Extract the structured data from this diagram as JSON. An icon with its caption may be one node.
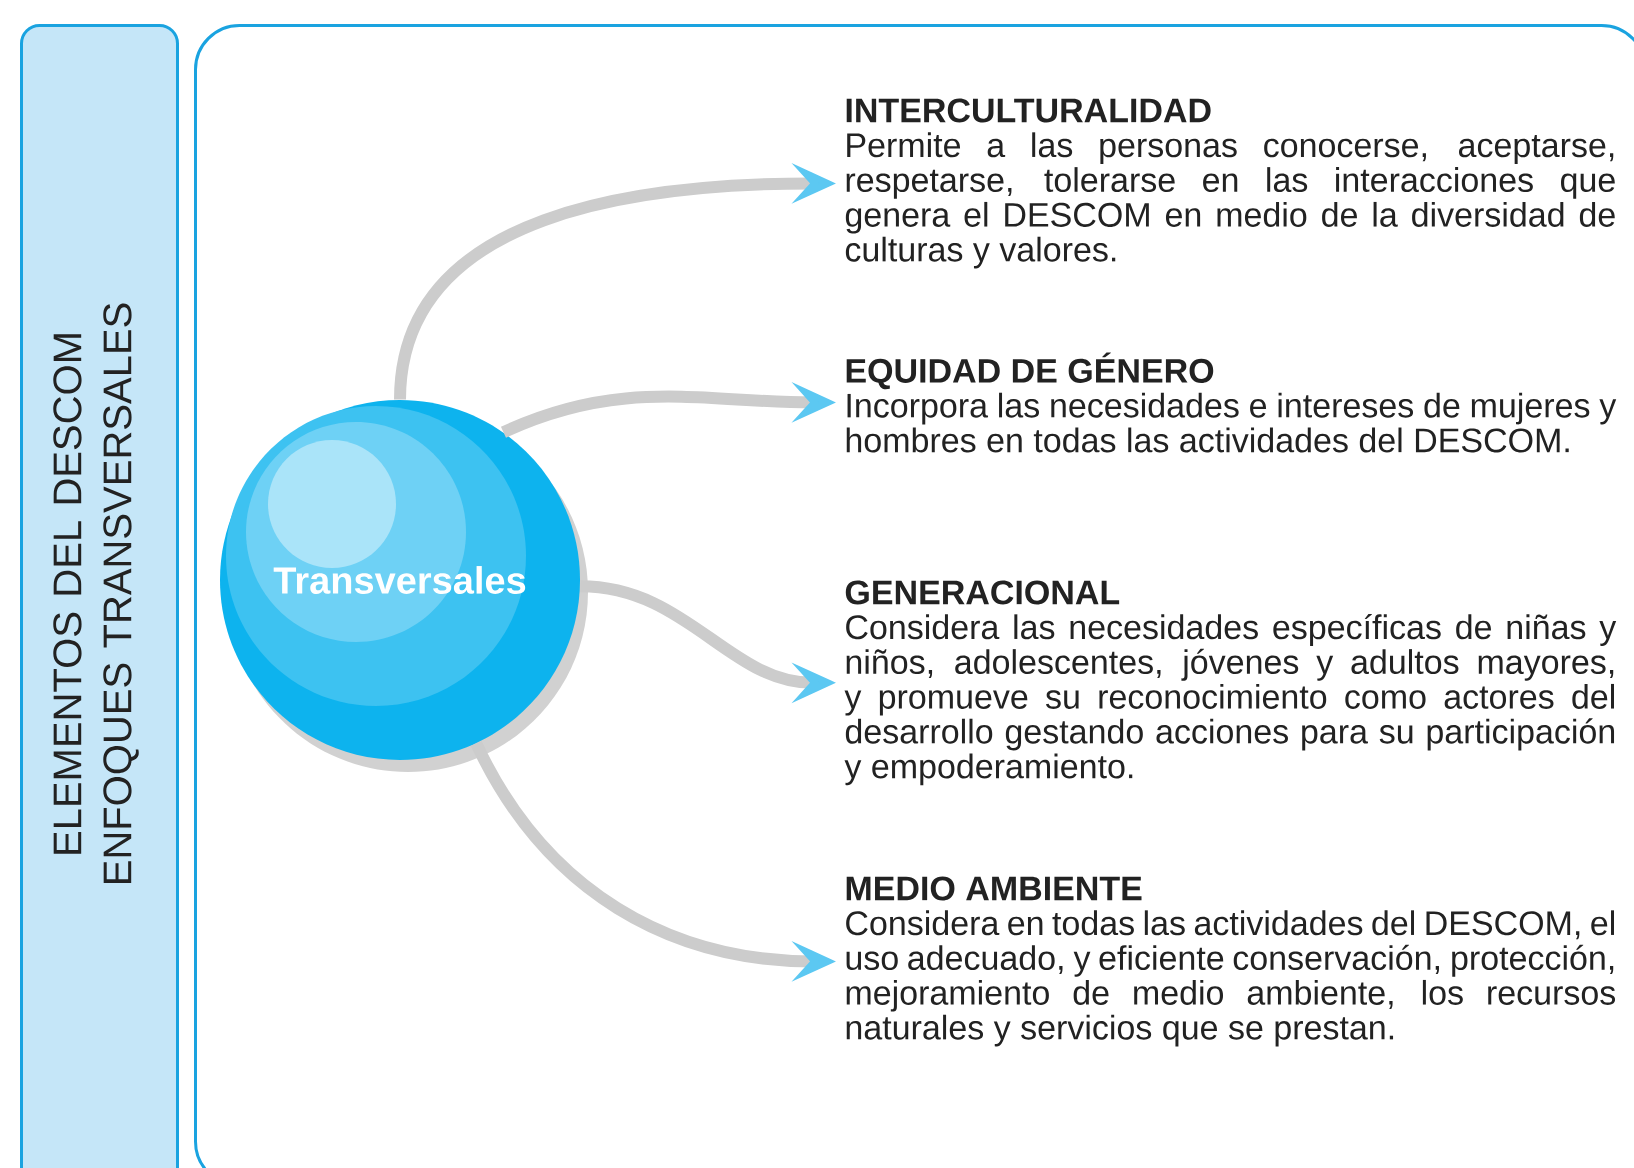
{
  "diagram": {
    "nodes": [
      {
        "text": [
          "ELEMENTOS DEL DESCOM ENFOQUES TRANSVERSALES"
        ]
      },
      {
        "text": [],
        "shape": "box"
      },
      {
        "text": [
          "Transversales"
        ],
        "in": 1
      },
      {
        "text": [
          "INTERCULTURALIDAD",
          "Permite a las personas conocerse, aceptarse, respetarse, tolerarse en las interacciones que genera el DESCOM en medio de la diversidad de culturas y valores."
        ],
        "in": 1
      },
      {
        "text": [
          "EQUIDAD DE GÉNERO",
          "Incorpora las necesidades e intereses de mujeres y hombres en todas las actividades del DESCOM."
        ],
        "in": 1
      },
      {
        "text": [
          "GENERACIONAL",
          "Considera las necesidades específicas de niñas y niños, adolescentes, jóvenes y adultos mayores, y promueve su reconocimiento como actores del desarrollo gestando acciones para su participación y empoderamiento."
        ],
        "in": 1
      },
      {
        "text": [
          "MEDIO AMBIENTE",
          "Considera en todas las actividades del DESCOM, el uso adecuado, y eficiente conservación, protección, mejoramiento de medio ambiente, los recursos naturales y servicios que se prestan."
        ],
        "in": 1
      }
    ],
    "edges": [
      {
        "from": 2,
        "to": 3,
        "arrow": "to"
      },
      {
        "from": 2,
        "to": 4,
        "arrow": "to"
      },
      {
        "from": 2,
        "to": 5,
        "arrow": "to"
      },
      {
        "from": 2,
        "to": 6,
        "arrow": "to"
      }
    ]
  }
}
